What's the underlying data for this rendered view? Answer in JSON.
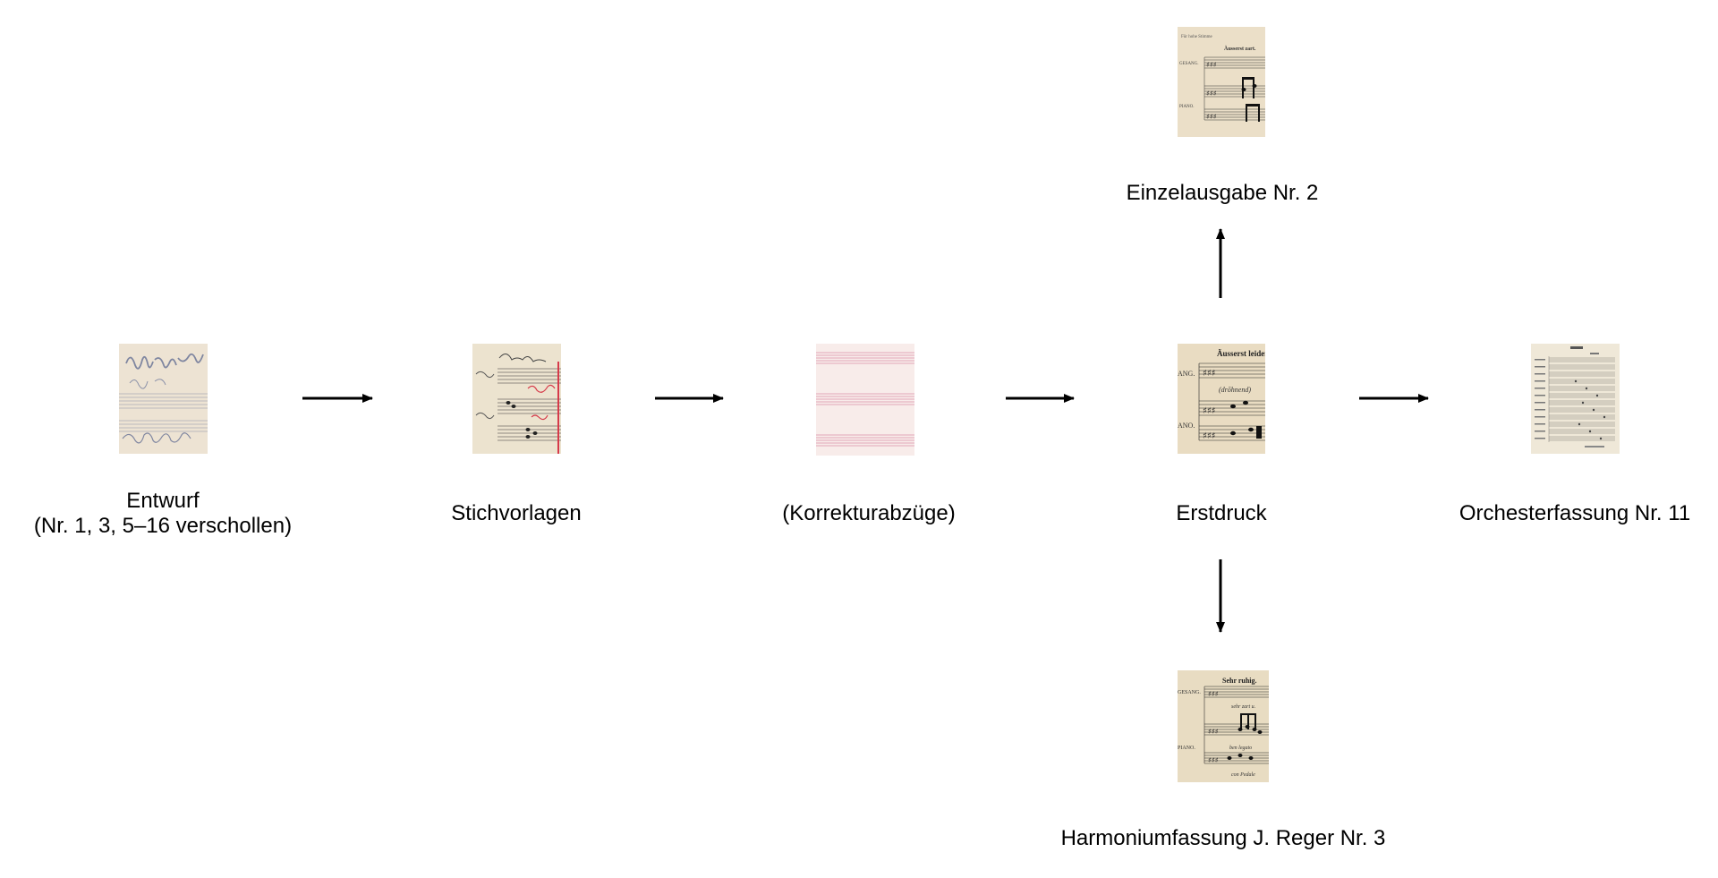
{
  "nodes": {
    "entwurf": {
      "label_line1": "Entwurf",
      "label_line2": "(Nr. 1, 3, 5–16 verschollen)",
      "thumbnail": "handwritten-draft-thumbnail"
    },
    "stichvorlagen": {
      "label": "Stichvorlagen",
      "thumbnail": "engraver-copy-thumbnail"
    },
    "korrekturabzuege": {
      "label": "(Korrekturabzüge)",
      "thumbnail": "blank-staff-paper-thumbnail"
    },
    "erstdruck": {
      "label": "Erstdruck",
      "thumbnail": "first-edition-thumbnail",
      "score_texts": {
        "tempo": "Äusserst leiden",
        "voice_label": "ANG.",
        "piano_label": "ANO.",
        "marking": "(drōhnend)"
      }
    },
    "orchesterfassung": {
      "label": "Orchesterfassung Nr. 11",
      "thumbnail": "orchestral-score-thumbnail"
    },
    "einzelausgabe": {
      "label": "Einzelausgabe Nr. 2",
      "thumbnail": "single-edition-thumbnail",
      "score_texts": {
        "header": "Für hohe Stimme",
        "tempo": "Äusserst zart.",
        "voice_label": "GESANG.",
        "piano_label": "PIANO."
      }
    },
    "harmoniumfassung": {
      "label": "Harmoniumfassung J. Reger Nr. 3",
      "thumbnail": "harmonium-version-thumbnail",
      "score_texts": {
        "tempo": "Sehr ruhig.",
        "voice_label": "GESANG.",
        "piano_label": "PIANO.",
        "marking1": "sehr zart u.",
        "marking2": "ben legato",
        "marking3": "con Pedale"
      }
    }
  },
  "colors": {
    "background": "#ffffff",
    "arrow": "#000000",
    "paper": "#efe6d2",
    "paper_aged": "#e8dcc4",
    "correction_red": "#d63a4a",
    "staff_pink": "#e2a6b8"
  }
}
